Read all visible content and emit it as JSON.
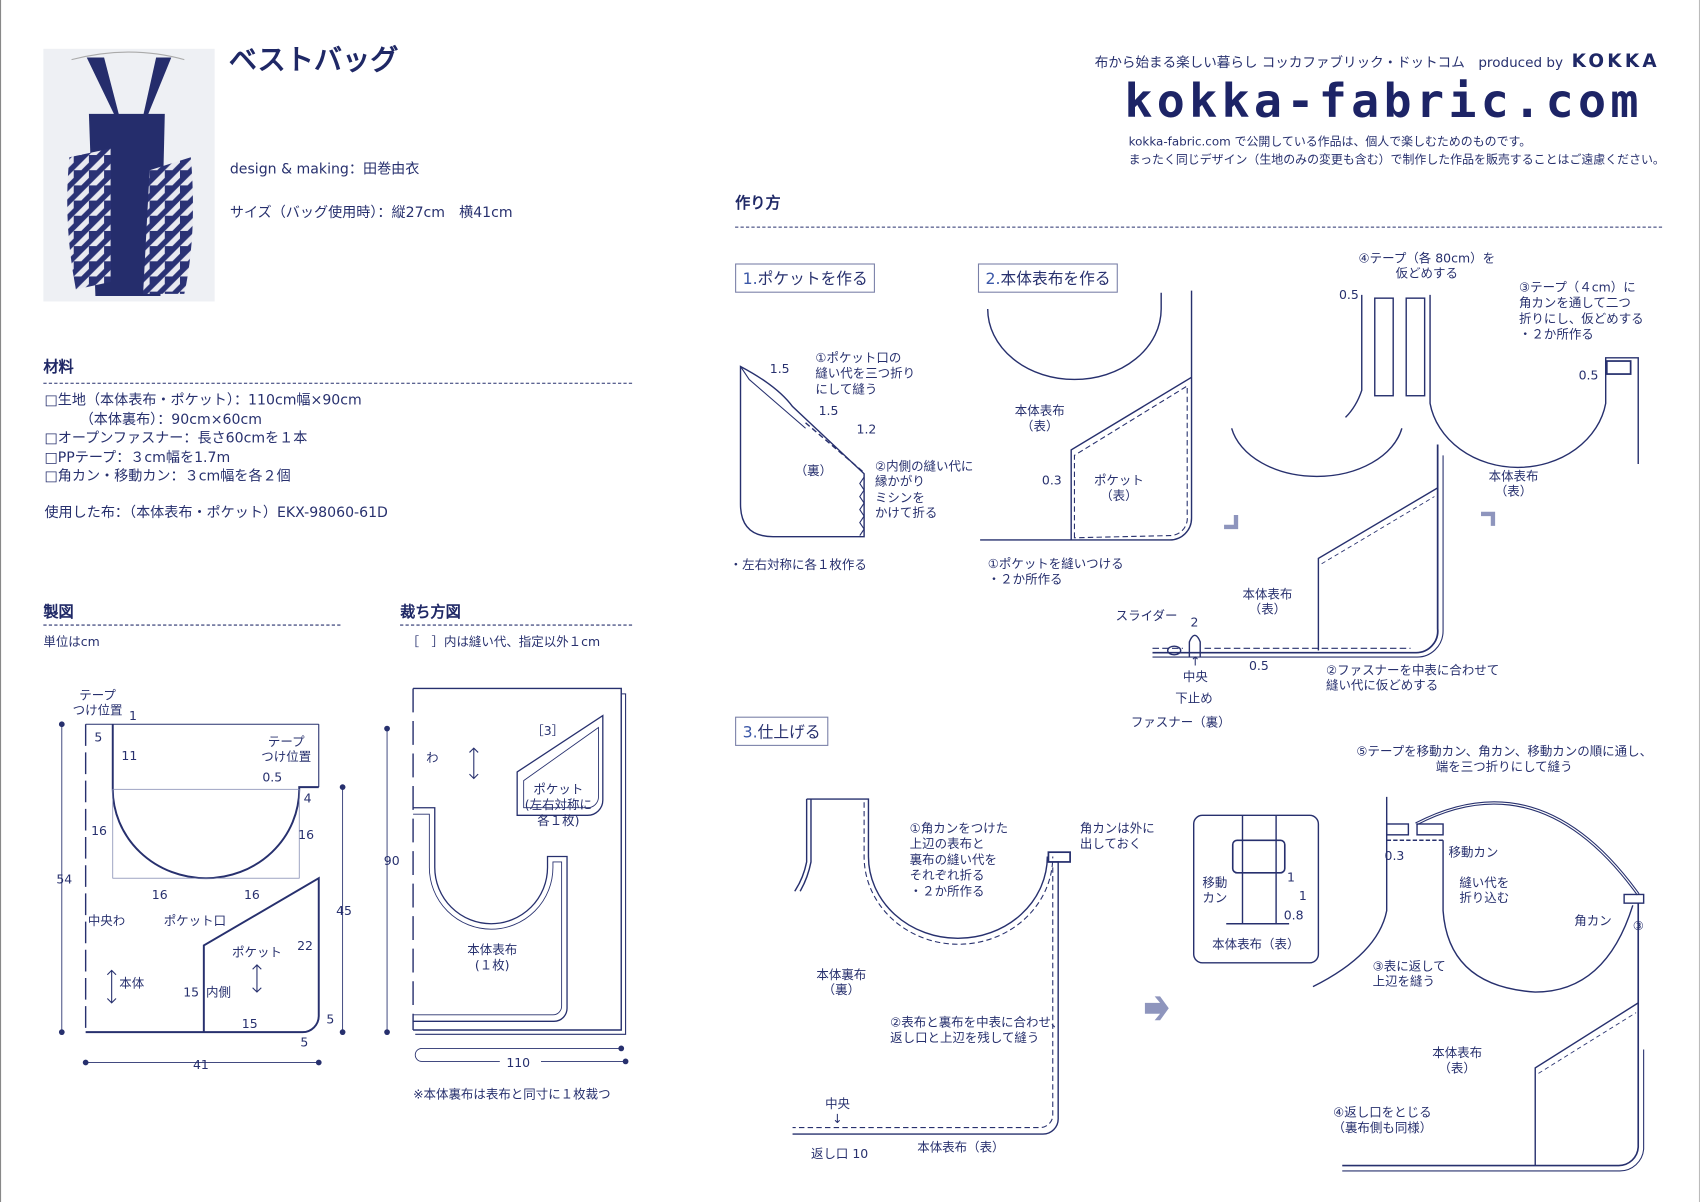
{
  "header": {
    "title": "ベストバッグ",
    "credit": "design & making：田巻由衣",
    "size": "サイズ（バッグ使用時）：縦27cm　横41cm",
    "tagline": "布から始まる楽しい暮らし コッカファブリック・ドットコム　produced by",
    "brand": "KOKKA",
    "logo": "kokka-fabric.com",
    "notice1": "kokka-fabric.com で公開している作品は、個人で楽しむためのものです。",
    "notice2": "まったく同じデザイン（生地のみの変更も含む）で制作した作品を販売することはご遠慮ください。"
  },
  "materials": {
    "heading": "材料",
    "items": [
      "□生地（本体表布・ポケット）：110cm幅×90cm",
      "　　　（本体裏布）：90cm×60cm",
      "□オープンファスナー：長さ60cmを１本",
      "□PPテープ：３cm幅を1.7m",
      "□角カン・移動カン：３cm幅を各２個"
    ],
    "fabric_used": "使用した布：（本体表布・ポケット）EKX-98060-61D"
  },
  "pattern": {
    "heading": "製図",
    "unit": "単位はcm",
    "labels": [
      "テープ\nつけ位置",
      "1",
      "5",
      "11",
      "テープ\nつけ位置",
      "0.5",
      "4",
      "16",
      "16",
      "54",
      "16",
      "16",
      "45",
      "中央わ",
      "ポケット口",
      "ポケット",
      "22",
      "本体",
      "15",
      "内側",
      "15",
      "5",
      "5",
      "41"
    ]
  },
  "cutting": {
    "heading": "裁ち方図",
    "note": "［　］内は縫い代、指定以外１cm",
    "labels": [
      "わ",
      "［3］",
      "ポケット\n(左右対称に\n各１枚)",
      "90",
      "本体表布\n(１枚)",
      "110"
    ],
    "footnote": "※本体裏布は表布と同寸に１枚裁つ"
  },
  "howto": {
    "heading": "作り方",
    "steps": [
      {
        "num": "1.",
        "title": "ポケットを作る"
      },
      {
        "num": "2.",
        "title": "本体表布を作る"
      },
      {
        "num": "3.",
        "title": "仕上げる"
      }
    ],
    "step1_labels": [
      "1.5",
      "①ポケット口の\n縫い代を三つ折り\nにして縫う",
      "1.5",
      "1.2",
      "（裏）",
      "②内側の縫い代に\n縁かがり\nミシンを\nかけて折る",
      "・左右対称に各１枚作る"
    ],
    "step2_labels": [
      "本体表布\n（表）",
      "0.3",
      "ポケット\n（表）",
      "①ポケットを縫いつける\n・２か所作る",
      "④テープ（各 80cm）を\n仮どめする",
      "0.5",
      "③テープ（４cm）に\n角カンを通して二つ\n折りにし、仮どめする\n・２か所作る",
      "0.5",
      "本体表布\n（表）",
      "本体表布\n（表）",
      "スライダー",
      "2",
      "↑\n中央",
      "0.5",
      "下止め",
      "ファスナー（裏）",
      "②ファスナーを中表に合わせて\n縫い代に仮どめする"
    ],
    "step3_labels": [
      "①角カンをつけた\n上辺の表布と\n裏布の縫い代を\nそれぞれ折る\n・２か所作る",
      "角カンは外に\n出しておく",
      "本体裏布\n（裏）",
      "②表布と裏布を中表に合わせ、\n返し口と上辺を残して縫う",
      "中央\n↓",
      "返し口 10",
      "本体表布（表）",
      "⑤テープを移動カン、角カン、移動カンの順に通し、\n端を三つ折りにして縫う",
      "移動\nカン",
      "1",
      "1",
      "0.8",
      "本体表布（表）",
      "0.3",
      "移動カン",
      "縫い代を\n折り込む",
      "角カン",
      "③",
      "③表に返して\n上辺を縫う",
      "本体表布\n（表）",
      "④返し口をとじる\n（裏布側も同様）"
    ]
  },
  "colors": {
    "ink": "#27306e",
    "arrow": "#8e95bd"
  }
}
